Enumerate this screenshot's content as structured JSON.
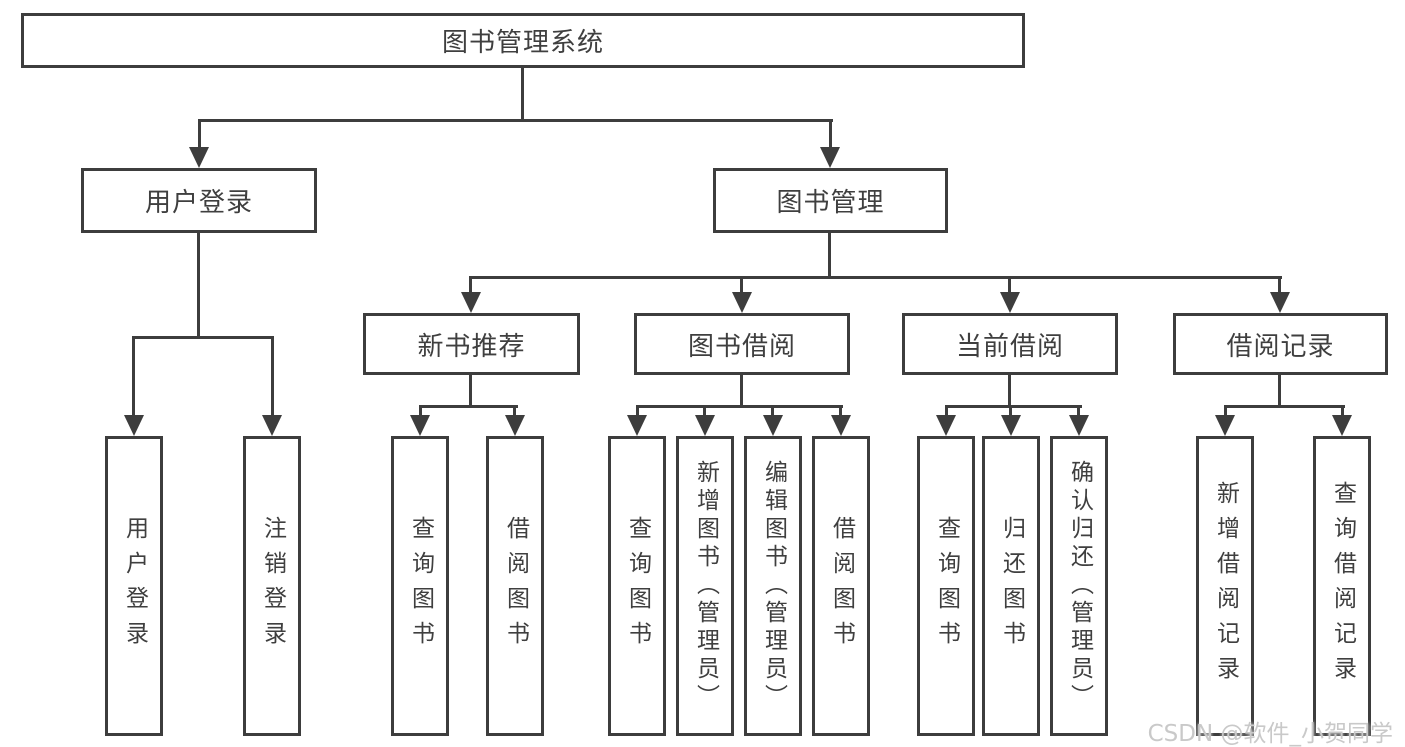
{
  "root": {
    "label": "图书管理系统"
  },
  "branches": [
    {
      "label": "用户登录",
      "children": [
        {
          "label": "用户登录"
        },
        {
          "label": "注销登录"
        }
      ]
    },
    {
      "label": "图书管理",
      "groups": [
        {
          "label": "新书推荐",
          "children": [
            {
              "label": "查询图书"
            },
            {
              "label": "借阅图书"
            }
          ]
        },
        {
          "label": "图书借阅",
          "children": [
            {
              "label": "查询图书"
            },
            {
              "label": "新增图书（管理员）"
            },
            {
              "label": "编辑图书（管理员）"
            },
            {
              "label": "借阅图书"
            }
          ]
        },
        {
          "label": "当前借阅",
          "children": [
            {
              "label": "查询图书"
            },
            {
              "label": "归还图书"
            },
            {
              "label": "确认归还（管理员）"
            }
          ]
        },
        {
          "label": "借阅记录",
          "children": [
            {
              "label": "新增借阅记录"
            },
            {
              "label": "查询借阅记录"
            }
          ]
        }
      ]
    }
  ],
  "watermark": "CSDN @软件_小贺同学",
  "colors": {
    "line": "#3d3d3d",
    "text": "#3f3f3f",
    "watermark": "#c9c9c9",
    "background": "#ffffff"
  }
}
